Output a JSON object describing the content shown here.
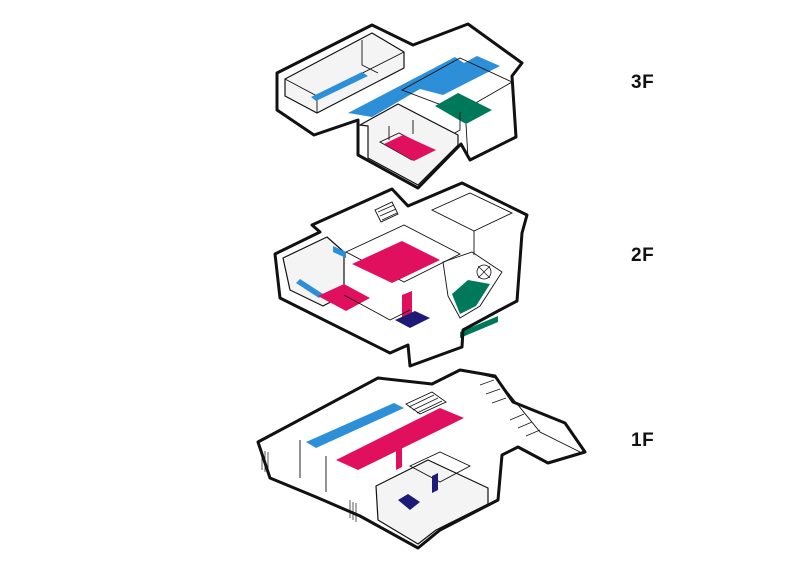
{
  "floors": {
    "third": {
      "label": "3F"
    },
    "second": {
      "label": "2F"
    },
    "first": {
      "label": "1F"
    }
  },
  "colors": {
    "blue": "#2d8fd8",
    "magenta": "#e0105e",
    "green": "#00795a",
    "navy": "#1e1a78",
    "line": "#111111",
    "background": "#ffffff"
  }
}
